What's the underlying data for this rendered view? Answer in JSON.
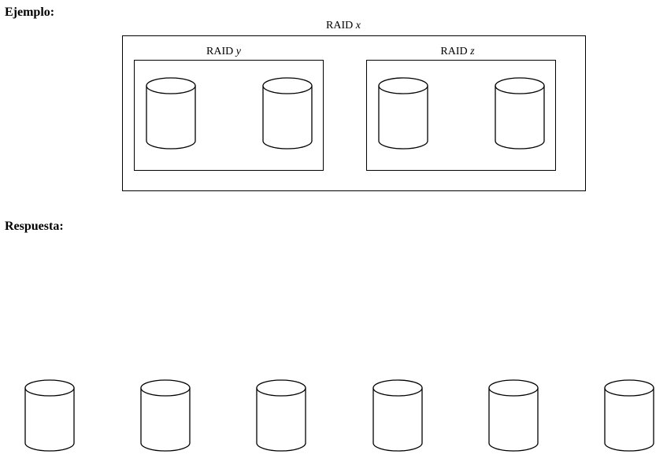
{
  "example": {
    "heading": "Ejemplo:",
    "outer": {
      "prefix": "RAID",
      "var": "x"
    },
    "inner": [
      {
        "prefix": "RAID",
        "var": "y",
        "disks": 2
      },
      {
        "prefix": "RAID",
        "var": "z",
        "disks": 2
      }
    ]
  },
  "answer": {
    "heading": "Respuesta:",
    "disks": 6
  },
  "icons": {
    "disk": "cylinder-disk-icon"
  }
}
